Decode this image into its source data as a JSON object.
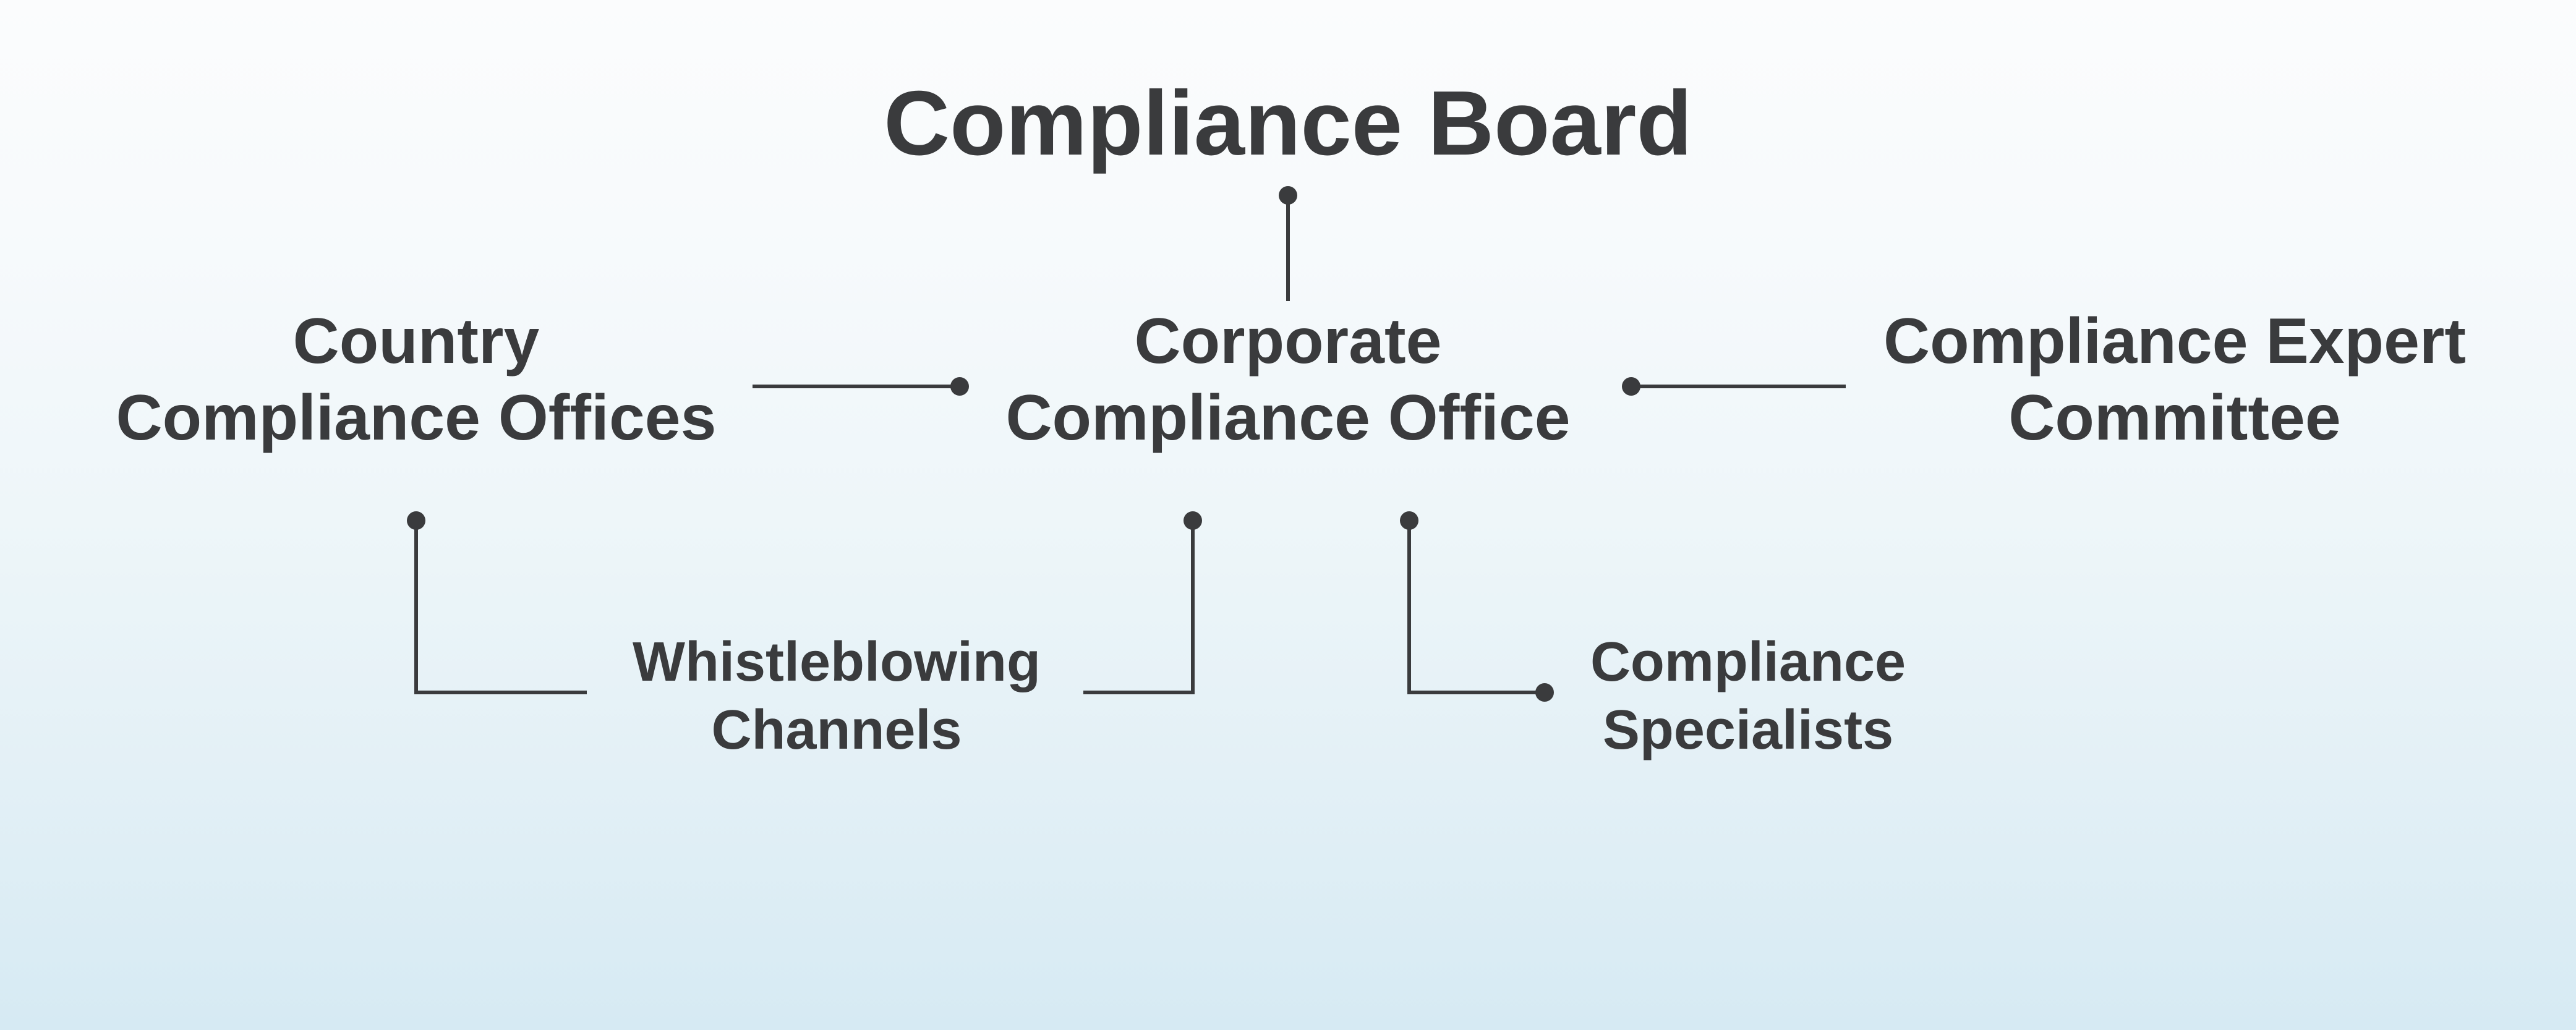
{
  "diagram": {
    "title": "Compliance Board",
    "nodes": {
      "corporate": {
        "line1": "Corporate",
        "line2": "Compliance Office"
      },
      "country": {
        "line1": "Country",
        "line2": "Compliance Offices"
      },
      "expert": {
        "line1": "Compliance Expert",
        "line2": "Committee"
      },
      "whistle": {
        "line1": "Whistleblowing",
        "line2": "Channels"
      },
      "specialists": {
        "line1": "Compliance",
        "line2": "Specialists"
      }
    },
    "colors": {
      "text": "#3a3b3d",
      "connector": "#3a3b3d"
    }
  }
}
